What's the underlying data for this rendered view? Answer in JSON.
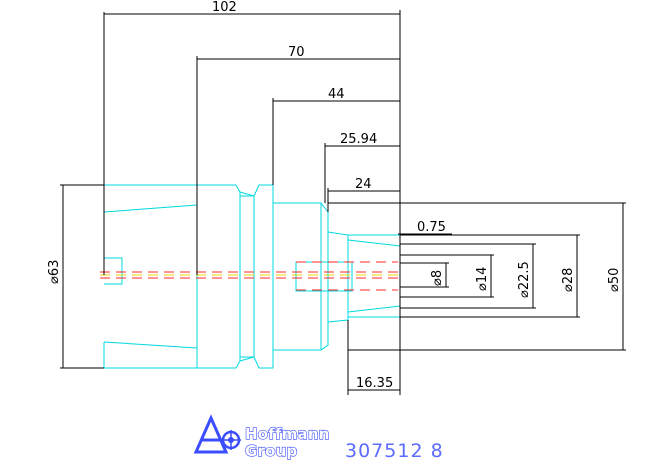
{
  "dimensions": {
    "horizontal": [
      {
        "id": "len-102",
        "label": "102"
      },
      {
        "id": "len-70",
        "label": "70"
      },
      {
        "id": "len-44",
        "label": "44"
      },
      {
        "id": "len-2594",
        "label": "25.94"
      },
      {
        "id": "len-24",
        "label": "24"
      },
      {
        "id": "len-075",
        "label": "0.75"
      },
      {
        "id": "len-1635",
        "label": "16.35"
      }
    ],
    "vertical": [
      {
        "id": "dia-63",
        "label": "⌀63"
      },
      {
        "id": "dia-8",
        "label": "⌀8"
      },
      {
        "id": "dia-14",
        "label": "⌀14"
      },
      {
        "id": "dia-225",
        "label": "⌀22.5"
      },
      {
        "id": "dia-28",
        "label": "⌀28"
      },
      {
        "id": "dia-50",
        "label": "⌀50"
      }
    ]
  },
  "logo": {
    "line1": "Hoffmann",
    "line2": "Group"
  },
  "part_number": "307512 8",
  "colors": {
    "part_outline": "#00d8e0",
    "dimension": "#000000",
    "centerline_red": "#ff2a2a",
    "centerline_yellow": "#f0d000",
    "logo_blue": "#3a4dff",
    "part_number": "#5b6cff"
  }
}
